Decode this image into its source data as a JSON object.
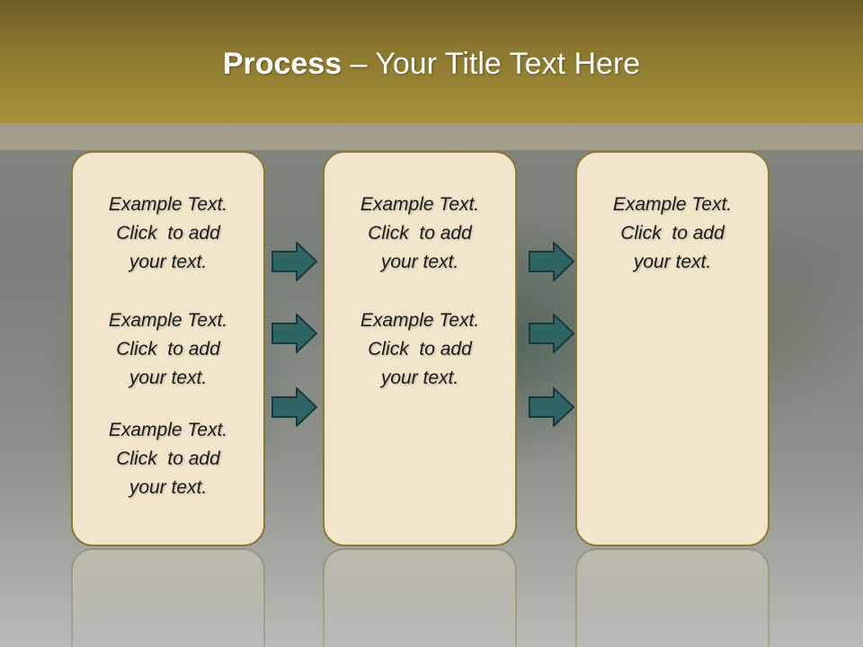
{
  "slide": {
    "title_bold": "Process",
    "title_rest": " – Your Title Text Here"
  },
  "columns": [
    {
      "entries": [
        {
          "line1": "Example Text.",
          "line2": "Click  to add",
          "line3": "your text."
        },
        {
          "line1": "Example Text.",
          "line2": "Click  to add",
          "line3": "your text."
        },
        {
          "line1": "Example Text.",
          "line2": "Click  to add",
          "line3": "your text."
        }
      ]
    },
    {
      "entries": [
        {
          "line1": "Example Text.",
          "line2": "Click  to add",
          "line3": "your text."
        },
        {
          "line1": "Example Text.",
          "line2": "Click  to add",
          "line3": "your text."
        }
      ]
    },
    {
      "entries": [
        {
          "line1": "Example Text.",
          "line2": "Click  to add",
          "line3": "your text."
        }
      ]
    }
  ],
  "colors": {
    "header": "#8e7a30",
    "box_fill": "#f1e6cc",
    "box_border": "#8a7a3a",
    "arrow_fill": "#2f6464"
  },
  "icons": [
    "arrow-right-icon"
  ]
}
